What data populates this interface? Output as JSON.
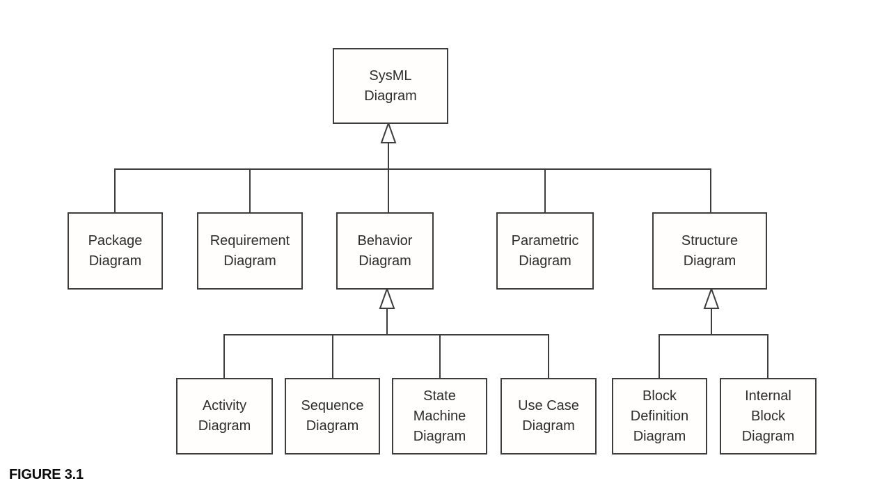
{
  "figure_label": "FIGURE 3.1",
  "colors": {
    "background": "#ffffff",
    "line": "#3d3d3d",
    "box_border": "#3d3d3d",
    "box_fill": "#fffefc",
    "text": "#2d2d2d",
    "caption_text": "#0a0a0a"
  },
  "diagram": {
    "type": "uml-generalization-hierarchy",
    "root": "SysML Diagram",
    "arrowhead": "hollow-triangle-up",
    "nodes": {
      "sysml": {
        "label": "SysML\nDiagram"
      },
      "package": {
        "label": "Package\nDiagram"
      },
      "requirement": {
        "label": "Requirement\nDiagram"
      },
      "behavior": {
        "label": "Behavior\nDiagram"
      },
      "parametric": {
        "label": "Parametric\nDiagram"
      },
      "structure": {
        "label": "Structure\nDiagram"
      },
      "activity": {
        "label": "Activity\nDiagram"
      },
      "sequence": {
        "label": "Sequence\nDiagram"
      },
      "state_machine": {
        "label": "State\nMachine\nDiagram"
      },
      "use_case": {
        "label": "Use Case\nDiagram"
      },
      "block_definition": {
        "label": "Block\nDefinition\nDiagram"
      },
      "internal_block": {
        "label": "Internal\nBlock\nDiagram"
      }
    },
    "edges": [
      {
        "from": "package",
        "to": "sysml",
        "type": "generalization"
      },
      {
        "from": "requirement",
        "to": "sysml",
        "type": "generalization"
      },
      {
        "from": "behavior",
        "to": "sysml",
        "type": "generalization"
      },
      {
        "from": "parametric",
        "to": "sysml",
        "type": "generalization"
      },
      {
        "from": "structure",
        "to": "sysml",
        "type": "generalization"
      },
      {
        "from": "activity",
        "to": "behavior",
        "type": "generalization"
      },
      {
        "from": "sequence",
        "to": "behavior",
        "type": "generalization"
      },
      {
        "from": "state_machine",
        "to": "behavior",
        "type": "generalization"
      },
      {
        "from": "use_case",
        "to": "behavior",
        "type": "generalization"
      },
      {
        "from": "block_definition",
        "to": "structure",
        "type": "generalization"
      },
      {
        "from": "internal_block",
        "to": "structure",
        "type": "generalization"
      }
    ]
  }
}
